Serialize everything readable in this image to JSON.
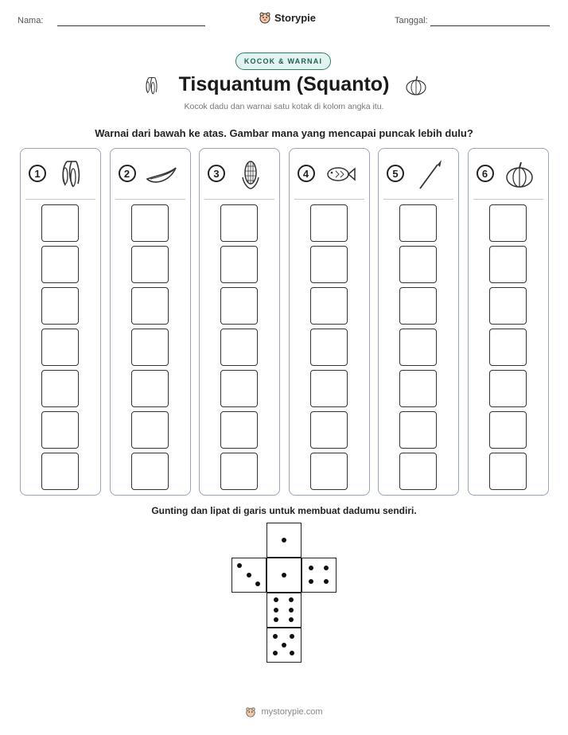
{
  "header": {
    "name_label": "Nama:",
    "date_label": "Tanggal:",
    "brand": "Storypie",
    "brand_icon": "mascot-icon"
  },
  "badge": "KOCOK & WARNAI",
  "title": "Tisquantum (Squanto)",
  "title_icons": [
    "beans-icon",
    "pumpkin-icon"
  ],
  "subtitle": "Kocok dadu dan warnai satu kotak di kolom angka itu.",
  "instruction": "Warnai dari bawah ke atas. Gambar mana yang mencapai puncak lebih dulu?",
  "columns": [
    {
      "number": "1",
      "icon": "beans-icon",
      "cells": 7
    },
    {
      "number": "2",
      "icon": "canoe-icon",
      "cells": 7
    },
    {
      "number": "3",
      "icon": "corn-icon",
      "cells": 7
    },
    {
      "number": "4",
      "icon": "fish-icon",
      "cells": 7
    },
    {
      "number": "5",
      "icon": "spear-icon",
      "cells": 7
    },
    {
      "number": "6",
      "icon": "pumpkin-icon",
      "cells": 7
    }
  ],
  "die_instruction": "Gunting dan lipat di garis untuk membuat dadumu sendiri.",
  "die_faces": [
    1,
    3,
    1,
    4,
    6,
    5
  ],
  "footer": "mystorypie.com",
  "colors": {
    "accent": "#2f7d72",
    "badge_bg": "#e3f3ef",
    "column_border": "#9aa3bf"
  }
}
